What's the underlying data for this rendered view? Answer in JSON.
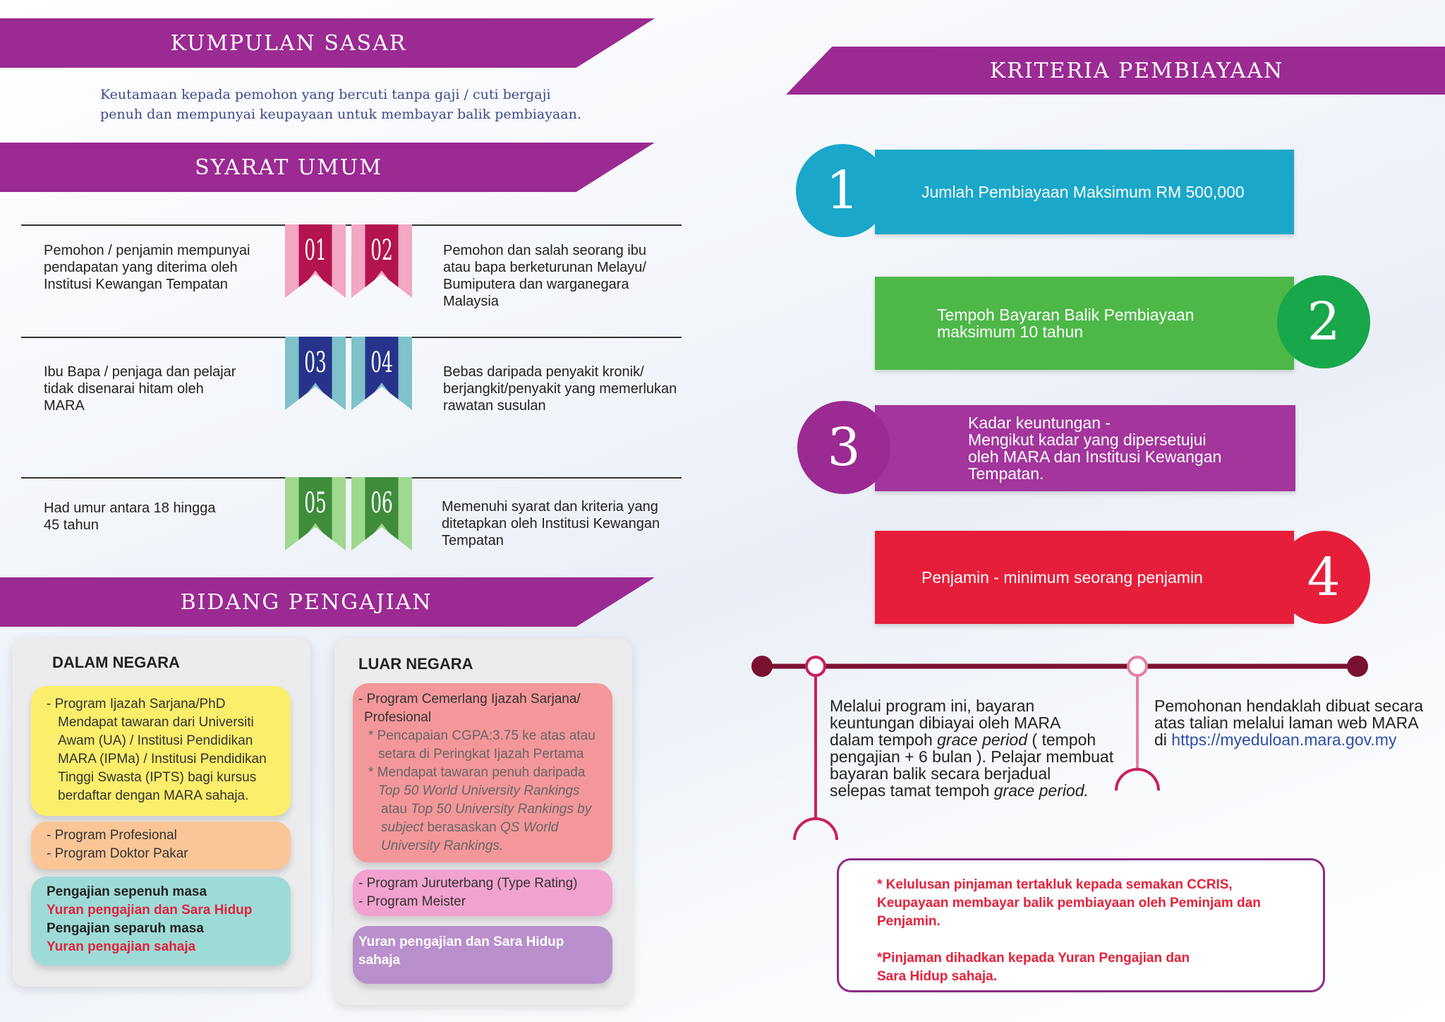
{
  "kumpulan_sasar": {
    "title": "KUMPULAN SASAR",
    "desc_line1": "Keutamaan kepada pemohon yang bercuti tanpa gaji / cuti bergaji",
    "desc_line2": "penuh dan mempunyai keupayaan untuk membayar balik pembiayaan."
  },
  "syarat_umum": {
    "title": "SYARAT UMUM",
    "items": [
      {
        "num": "01",
        "color": "#b3134f",
        "lines": [
          "Pemohon / penjamin mempunyai",
          "pendapatan yang diterima oleh",
          "Institusi Kewangan Tempatan"
        ]
      },
      {
        "num": "02",
        "color": "#b3134f",
        "lines": [
          "Pemohon dan salah seorang ibu",
          "atau bapa berketurunan Melayu/",
          "Bumiputera dan warganegara",
          "Malaysia"
        ]
      },
      {
        "num": "03",
        "color": "#27338a",
        "lines": [
          "Ibu Bapa / penjaga dan pelajar",
          "tidak disenarai hitam oleh",
          "MARA"
        ]
      },
      {
        "num": "04",
        "color": "#27338a",
        "lines": [
          "Bebas daripada penyakit kronik/",
          "berjangkit/penyakit yang memerlukan",
          "rawatan susulan"
        ]
      },
      {
        "num": "05",
        "color": "#3f8c3c",
        "lines": [
          "Had umur antara 18 hingga",
          "45 tahun"
        ]
      },
      {
        "num": "06",
        "color": "#3f8c3c",
        "lines": [
          "Memenuhi syarat dan kriteria yang",
          "ditetapkan oleh Institusi Kewangan",
          "Tempatan"
        ]
      }
    ]
  },
  "bidang_pengajian": {
    "title": "BIDANG PENGAJIAN",
    "dalam_negara": {
      "title": "DALAM NEGARA",
      "box1": [
        "- Program Ijazah Sarjana/PhD",
        "Mendapat tawaran dari Universiti",
        "Awam (UA) / Institusi Pendidikan",
        "MARA (IPMa) / Institusi Pendidikan",
        "Tinggi Swasta (IPTS) bagi kursus",
        "berdaftar dengan MARA sahaja."
      ],
      "box2": [
        "- Program Profesional",
        "- Program Doktor Pakar"
      ],
      "box3": {
        "l1": "Pengajian sepenuh masa",
        "l2": "Yuran pengajian dan Sara Hidup",
        "l3": "Pengajian separuh masa",
        "l4": "Yuran pengajian sahaja"
      }
    },
    "luar_negara": {
      "title": "LUAR NEGARA",
      "box1": {
        "l1": "- Program Cemerlang Ijazah  Sarjana/",
        "l2": "Profesional",
        "l3": "* Pencapaian CGPA:3.75 ke atas atau",
        "l4": "setara  di Peringkat Ijazah Pertama",
        "l5": "* Mendapat tawaran penuh daripada",
        "l6": "Top 50 World University Rankings",
        "l7a": "atau ",
        "l7b": "Top 50 University Rankings by",
        "l8a": "subject",
        "l8b": " berasaskan ",
        "l8c": "QS World",
        "l9": "University Rankings."
      },
      "box2": [
        "- Program Juruterbang (Type Rating)",
        "- Program Meister"
      ],
      "box3": [
        "Yuran pengajian dan Sara Hidup",
        "sahaja"
      ]
    }
  },
  "kriteria": {
    "title": "KRITERIA PEMBIAYAAN",
    "items": [
      {
        "num": "1",
        "color": "#1aa7c9",
        "lines": [
          "Jumlah Pembiayaan Maksimum RM 500,000"
        ]
      },
      {
        "num": "2",
        "color": "#4db848",
        "lines": [
          "Tempoh Bayaran Balik Pembiayaan",
          "maksimum 10 tahun"
        ]
      },
      {
        "num": "3",
        "color": "#a3359d",
        "lines": [
          "Kadar keuntungan -",
          "Mengikut kadar yang dipersetujui",
          "oleh MARA dan Institusi Kewangan",
          "Tempatan."
        ]
      },
      {
        "num": "4",
        "color": "#e61e3a",
        "lines": [
          "Penjamin - minimum seorang penjamin"
        ]
      }
    ]
  },
  "timeline": {
    "left": {
      "l1": "Melalui program ini, bayaran",
      "l2": "keuntungan dibiayai oleh MARA",
      "l3a": "dalam tempoh ",
      "l3b": "grace period",
      "l3c": " ( tempoh",
      "l4": "pengajian + 6 bulan ). Pelajar membuat",
      "l5": "bayaran balik secara berjadual",
      "l6a": "selepas tamat tempoh ",
      "l6b": "grace period."
    },
    "right": {
      "l1": "Pemohonan hendaklah dibuat secara",
      "l2": "atas talian melalui laman web MARA",
      "l3a": "di ",
      "l3b": "https://myeduloan.mara.gov.my"
    }
  },
  "note": {
    "l1": "* Kelulusan pinjaman tertakluk kepada semakan CCRIS,",
    "l2": "Keupayaan membayar balik pembiayaan oleh Peminjam dan",
    "l3": "Penjamin.",
    "l4": "*Pinjaman dihadkan kepada Yuran Pengajian dan",
    "l5": "Sara Hidup sahaja."
  }
}
